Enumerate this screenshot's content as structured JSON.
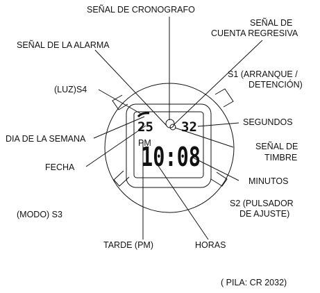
{
  "labels": {
    "chrono_signal": "SEÑAL DE CRONOGRAFO",
    "countdown_signal_1": "SEÑAL DE",
    "countdown_signal_2": "CUENTA REGRESIVA",
    "alarm_signal": "SEÑAL DE LA ALARMA",
    "s1_1": "S1 (ARRANQUE /",
    "s1_2": "DETENCIÓN)",
    "light_s4": "(LUZ)S4",
    "seconds": "SEGUNDOS",
    "day_of_week": "DIA DE LA SEMANA",
    "chime_signal_1": "SEÑAL DE",
    "chime_signal_2": "TIMBRE",
    "date": "FECHA",
    "minutes": "MINUTOS",
    "s2_1": "S2 (PULSADOR",
    "s2_2": "DE AJUSTE)",
    "mode_s3": "(MODO) S3",
    "pm": "TARDE (PM)",
    "hours": "HORAS",
    "battery": "( PILA: CR 2032)"
  },
  "display": {
    "date_value": "25",
    "seconds_value": "32",
    "time_value": "10:08",
    "pm_indicator": "PM"
  }
}
